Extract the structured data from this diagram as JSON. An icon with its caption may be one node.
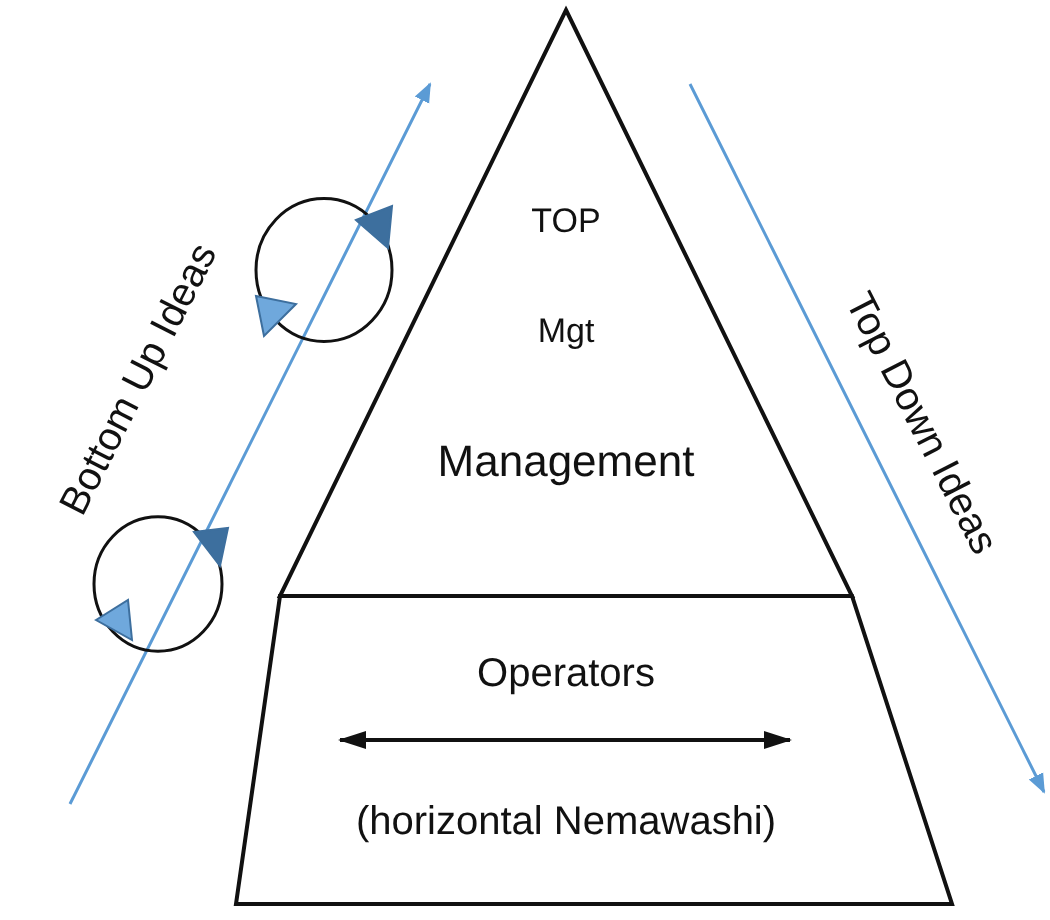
{
  "diagram": {
    "nodes": [
      {
        "text": [
          "TOP Mgt",
          "Management"
        ]
      },
      {
        "text": [
          "Operators",
          "(horizontal Nemawashi)"
        ]
      }
    ],
    "labels": [
      "Bottom Up Ideas",
      "Top Down Ideas"
    ]
  }
}
